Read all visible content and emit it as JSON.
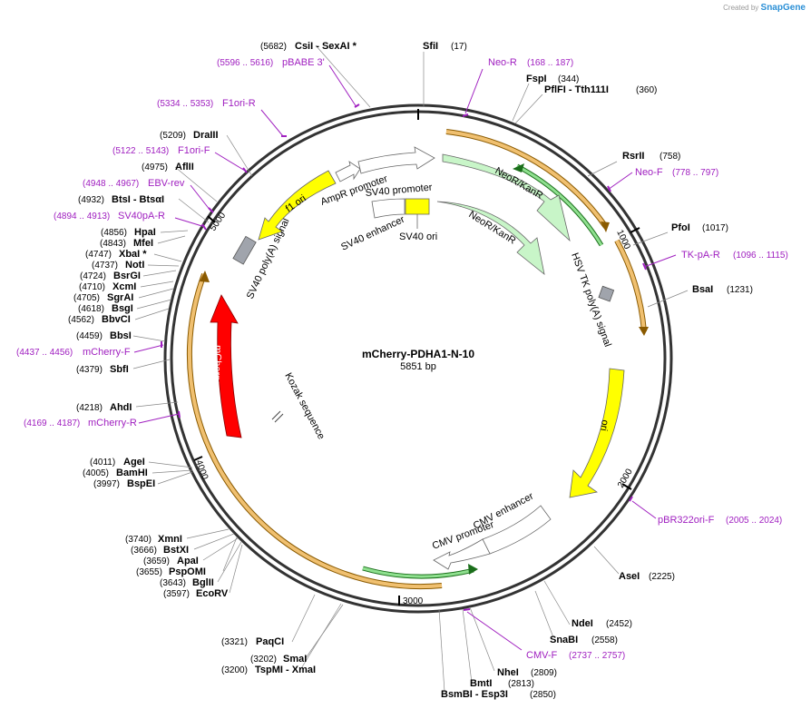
{
  "plasmid": {
    "name": "mCherry-PDHA1-N-10",
    "size": "5851 bp"
  },
  "branding": {
    "prefix": "Created by",
    "product": "SnapGene"
  },
  "ticks": [
    "1000",
    "2000",
    "3000",
    "4000",
    "5000"
  ],
  "features": {
    "neo_outer": "",
    "neo_r_1": "NeoR/KanR",
    "neo_r_2": "NeoR/KanR",
    "ori": "ori",
    "cmv_enhancer": "CMV enhancer",
    "cmv_promoter": "CMV promoter",
    "mcherry": "mCherry",
    "kozak": "Kozak sequence",
    "sv40_polya": "SV40 poly(A) signal",
    "f1_ori": "f1 ori",
    "ampr_promoter": "AmpR promoter",
    "sv40_promoter": "SV40 promoter",
    "sv40_enhancer": "SV40 enhancer",
    "sv40_ori": "SV40 ori",
    "hsv_tk_polya": "HSV TK poly(A) signal"
  },
  "sites": [
    {
      "name": "SfiI",
      "pos": "(17)"
    },
    {
      "name": "FspI",
      "pos": "(344)"
    },
    {
      "name": "PflFI  - Tth111I",
      "pos": "(360)"
    },
    {
      "name": "RsrII",
      "pos": "(758)"
    },
    {
      "name": "PfoI",
      "pos": "(1017)"
    },
    {
      "name": "BsaI",
      "pos": "(1231)"
    },
    {
      "name": "AseI",
      "pos": "(2225)"
    },
    {
      "name": "NdeI",
      "pos": "(2452)"
    },
    {
      "name": "SnaBI",
      "pos": "(2558)"
    },
    {
      "name": "NheI",
      "pos": "(2809)"
    },
    {
      "name": "BmtI",
      "pos": "(2813)"
    },
    {
      "name": "BsmBI  - Esp3I",
      "pos": "(2850)"
    },
    {
      "name": "TspMI  - XmaI",
      "pos": "(3200)"
    },
    {
      "name": "SmaI",
      "pos": "(3202)"
    },
    {
      "name": "PaqCI",
      "pos": "(3321)"
    },
    {
      "name": "EcoRV",
      "pos": "(3597)"
    },
    {
      "name": "BglII",
      "pos": "(3643)"
    },
    {
      "name": "PspOMI",
      "pos": "(3655)"
    },
    {
      "name": "ApaI",
      "pos": "(3659)"
    },
    {
      "name": "BstXI",
      "pos": "(3666)"
    },
    {
      "name": "XmnI",
      "pos": "(3740)"
    },
    {
      "name": "BspEI",
      "pos": "(3997)"
    },
    {
      "name": "BamHI",
      "pos": "(4005)"
    },
    {
      "name": "AgeI",
      "pos": "(4011)"
    },
    {
      "name": "AhdI",
      "pos": "(4218)"
    },
    {
      "name": "SbfI",
      "pos": "(4379)"
    },
    {
      "name": "BbsI",
      "pos": "(4459)"
    },
    {
      "name": "BbvCI",
      "pos": "(4562)"
    },
    {
      "name": "BsgI",
      "pos": "(4618)"
    },
    {
      "name": "SgrAI",
      "pos": "(4705)"
    },
    {
      "name": "XcmI",
      "pos": "(4710)"
    },
    {
      "name": "BsrGI",
      "pos": "(4724)"
    },
    {
      "name": "NotI",
      "pos": "(4737)"
    },
    {
      "name": "XbaI *",
      "pos": "(4747)"
    },
    {
      "name": "MfeI",
      "pos": "(4843)"
    },
    {
      "name": "HpaI",
      "pos": "(4856)"
    },
    {
      "name": "BtsI  - BtsαI",
      "pos": "(4932)"
    },
    {
      "name": "AflII",
      "pos": "(4975)"
    },
    {
      "name": "DraIII",
      "pos": "(5209)"
    },
    {
      "name": "CsiI  - SexAI *",
      "pos": "(5682)"
    }
  ],
  "primers": [
    {
      "name": "Neo-R",
      "pos": "(168 .. 187)"
    },
    {
      "name": "Neo-F",
      "pos": "(778 .. 797)"
    },
    {
      "name": "TK-pA-R",
      "pos": "(1096 .. 1115)"
    },
    {
      "name": "pBR322ori-F",
      "pos": "(2005 .. 2024)"
    },
    {
      "name": "CMV-F",
      "pos": "(2737 .. 2757)"
    },
    {
      "name": "mCherry-R",
      "pos": "(4169 .. 4187)"
    },
    {
      "name": "mCherry-F",
      "pos": "(4437 .. 4456)"
    },
    {
      "name": "SV40pA-R",
      "pos": "(4894 .. 4913)"
    },
    {
      "name": "EBV-rev",
      "pos": "(4948 .. 4967)"
    },
    {
      "name": "F1ori-F",
      "pos": "(5122 .. 5143)"
    },
    {
      "name": "F1ori-R",
      "pos": "(5334 .. 5353)"
    },
    {
      "name": "pBABE 3'",
      "pos": "(5596 .. 5616)"
    }
  ],
  "colors": {
    "orange": "#f0c070",
    "orange_border": "#8a5a00",
    "green": "#c8f5c8",
    "green_dark": "#3aa83a",
    "yellow": "#ffff00",
    "red": "#ff0000",
    "gray": "#a0a4ac",
    "primer": "#a020c0"
  }
}
